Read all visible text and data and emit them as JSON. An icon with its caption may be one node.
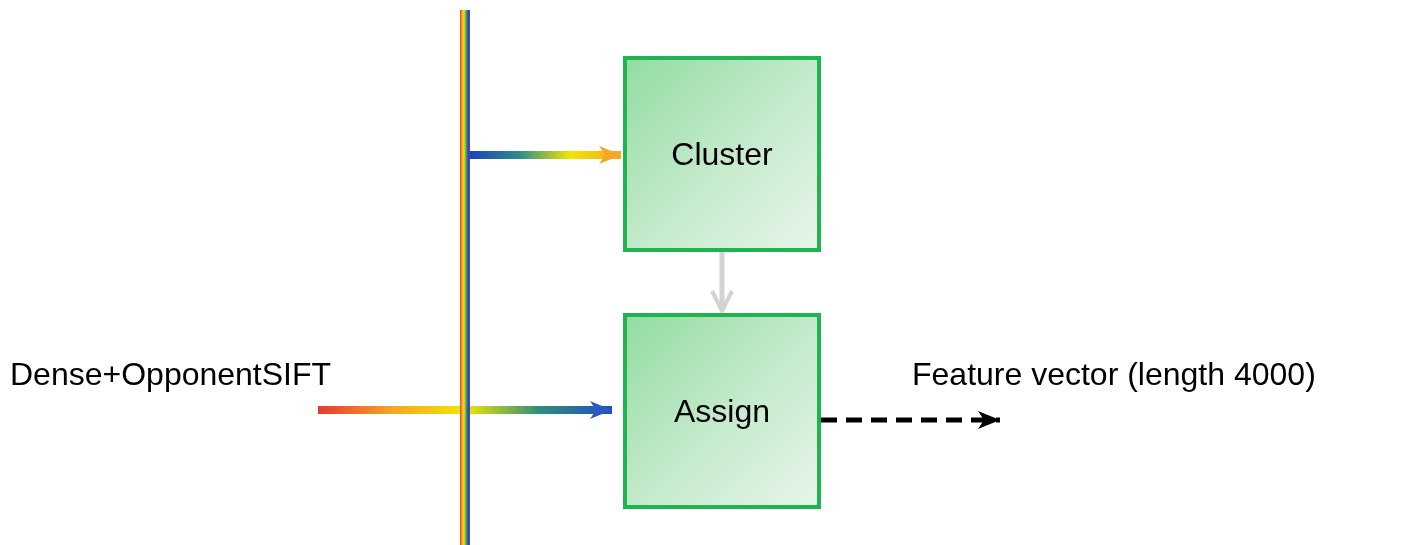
{
  "diagram": {
    "nodes": [
      {
        "text": [
          "Dense+OpponentSIFT"
        ]
      },
      {
        "text": [],
        "shape": "bar"
      },
      {
        "text": [
          "Cluster"
        ]
      },
      {
        "text": [
          "Assign"
        ]
      },
      {
        "text": [
          "Feature vector (length 4000)"
        ]
      }
    ],
    "edges": [
      {
        "from": 1,
        "to": 2,
        "arrow": "to"
      },
      {
        "from": 0,
        "to": 3,
        "arrow": "to"
      },
      {
        "from": 2,
        "to": 3,
        "arrow": "to",
        "color": "#d3d3d3"
      },
      {
        "from": 3,
        "to": 4,
        "arrow": "to",
        "style": "dashed",
        "color": "#000000"
      }
    ]
  }
}
